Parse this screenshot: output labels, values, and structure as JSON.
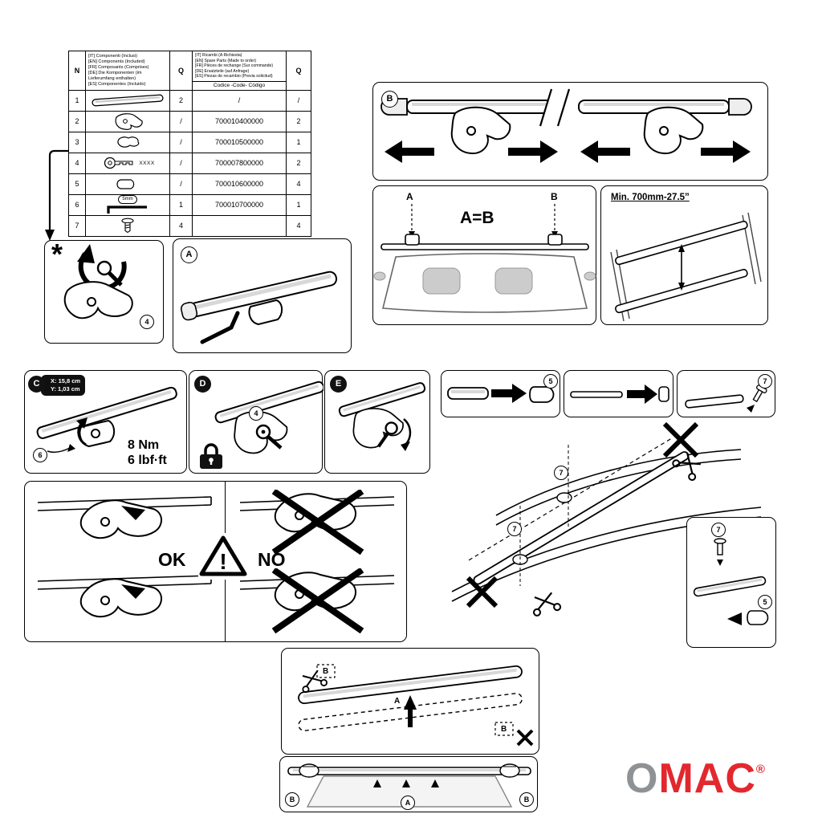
{
  "table": {
    "col_n": "N",
    "col_q1": "Q",
    "col_q2": "Q",
    "included_header": [
      "[IT] Componenti (Inclusi)",
      "[EN] Components (Included)",
      "[FR] Composants (Comprises)",
      "[DE] Die Komponenten (im Lieferumfang enthalten)",
      "[ES] Componentes (Incluido)"
    ],
    "spare_header": [
      "[IT] Ricambi (A Richiesta)",
      "[EN] Spare Parts (Made to order)",
      "[FR] Pièces de rechange (Sur commande)",
      "[DE] Ersatzteile (auf Anfrage)",
      "[ES] Piezas de recambio (Previa solicitud)"
    ],
    "code_label": "Codice -Code- Código",
    "rows": [
      {
        "n": "1",
        "q1": "2",
        "code": "/",
        "q2": "/"
      },
      {
        "n": "2",
        "q1": "/",
        "code": "700010400000",
        "q2": "2"
      },
      {
        "n": "3",
        "q1": "/",
        "code": "700010500000",
        "q2": "1"
      },
      {
        "n": "4",
        "q1": "/",
        "code": "700007800000",
        "q2": "2",
        "key_label": "XXXX"
      },
      {
        "n": "5",
        "q1": "/",
        "code": "700010600000",
        "q2": "4"
      },
      {
        "n": "6",
        "q1": "1",
        "code": "700010700000",
        "q2": "1",
        "size_label": "5mm"
      },
      {
        "n": "7",
        "q1": "4",
        "code": "",
        "q2": "4"
      }
    ]
  },
  "steps": {
    "asterisk": "*",
    "a": "A",
    "b": "B",
    "c": "C",
    "d": "D",
    "e": "E"
  },
  "parts": {
    "p4": "4",
    "p5": "5",
    "p6": "6",
    "p7": "7"
  },
  "measure": {
    "a_equals_b": "A=B",
    "min_distance": "Min. 700mm-27.5”"
  },
  "torque": {
    "dim_x": "X: 15,8 cm",
    "dim_y": "Y: 1,03 cm",
    "nm": "8 Nm",
    "lbf": "6 lbf·ft"
  },
  "okno": {
    "ok": "OK",
    "no": "NO",
    "warning": "!"
  },
  "logo": {
    "o": "O",
    "mac": "MAC",
    "reg": "®"
  },
  "colors": {
    "accent_red": "#e2282e",
    "logo_gray": "#8e9294"
  }
}
